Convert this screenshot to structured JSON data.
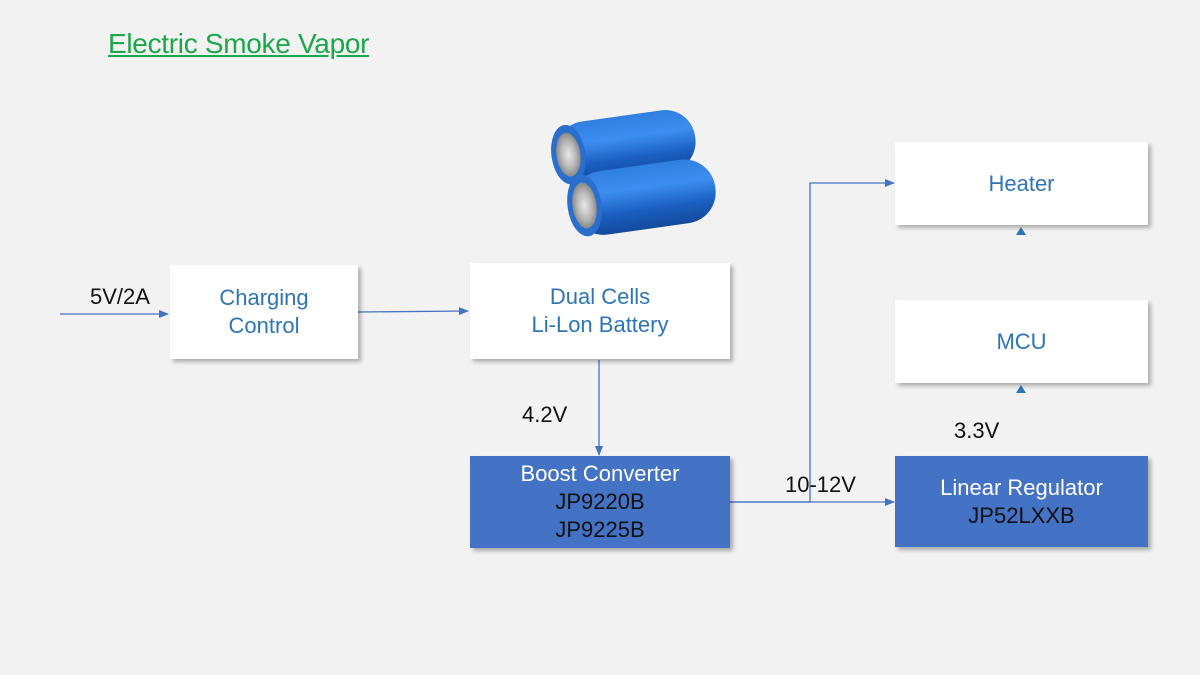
{
  "title": "Electric Smoke Vapor",
  "colors": {
    "background": "#f2f2f2",
    "title": "#1aa84a",
    "box_text": "#2e75b6",
    "dark_box": "#4472c4",
    "wire": "#4472c4"
  },
  "input_label": "5V/2A",
  "charging": {
    "line1": "Charging",
    "line2": "Control"
  },
  "battery": {
    "line1": "Dual Cells",
    "line2": "Li-Lon Battery",
    "image": "battery-cells-icon"
  },
  "battery_voltage_label": "4.2V",
  "boost": {
    "line1": "Boost Converter",
    "line2": "JP9220B",
    "line3": "JP9225B"
  },
  "boost_output_label": "10-12V",
  "regulator": {
    "line1": "Linear Regulator",
    "line2": "JP52LXXB"
  },
  "regulator_output_label": "3.3V",
  "mcu": {
    "line1": "MCU"
  },
  "heater": {
    "line1": "Heater"
  }
}
